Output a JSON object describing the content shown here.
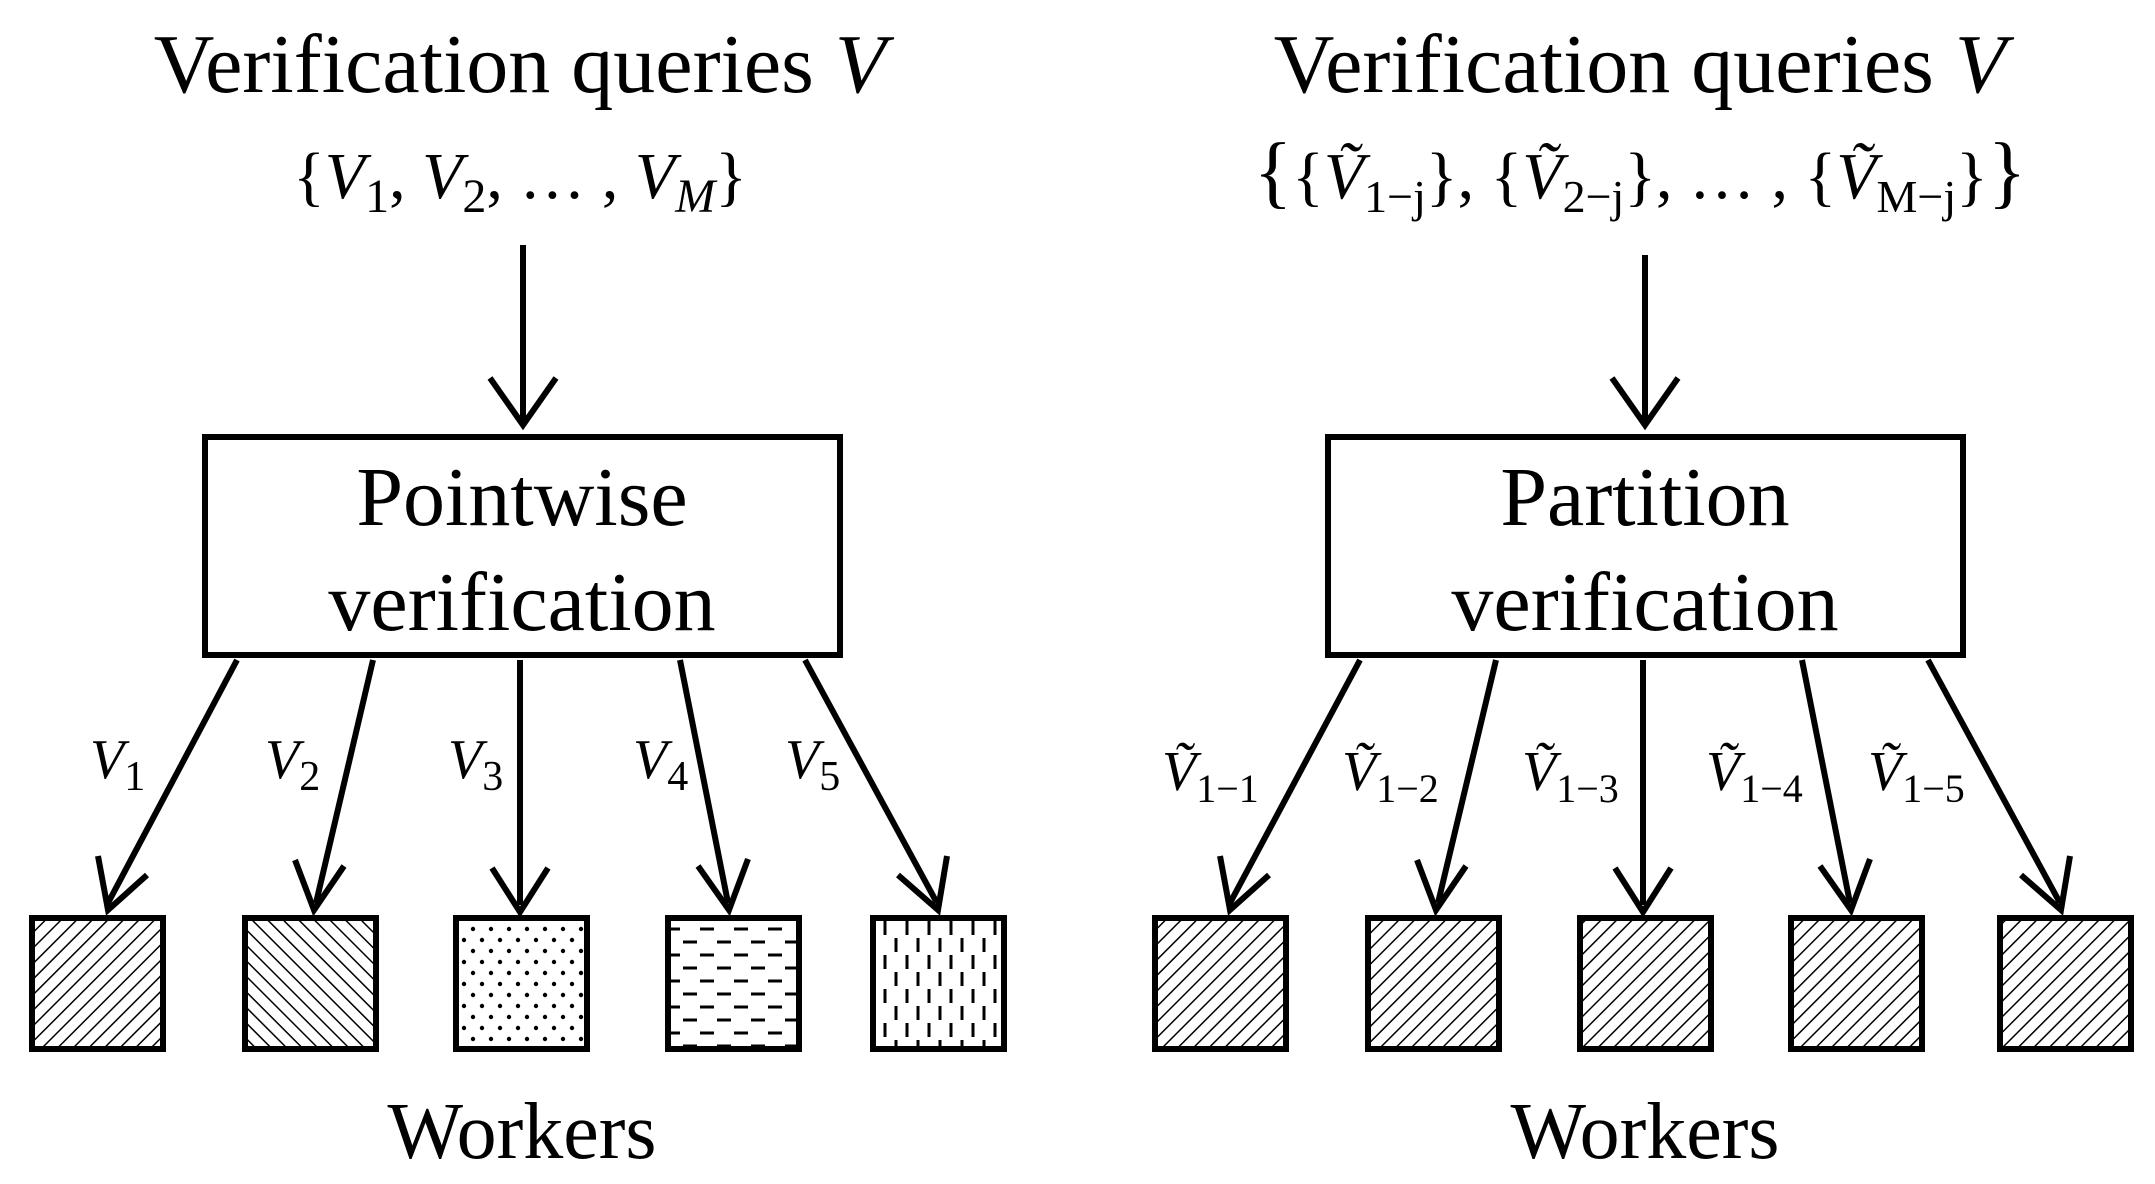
{
  "left": {
    "title_text": "Verification queries ",
    "title_var": "V",
    "set_parts": [
      {
        "v": "V",
        "sub": "1"
      },
      {
        "v": "V",
        "sub": "2"
      },
      {
        "v": "V",
        "sub": "M"
      }
    ],
    "set_ellipsis": "…",
    "box_lines": [
      "Pointwise",
      "verification"
    ],
    "edge_labels": [
      {
        "v": "V",
        "sub": "1"
      },
      {
        "v": "V",
        "sub": "2"
      },
      {
        "v": "V",
        "sub": "3"
      },
      {
        "v": "V",
        "sub": "4"
      },
      {
        "v": "V",
        "sub": "5"
      }
    ],
    "worker_patterns": [
      "diag-fwd",
      "diag-back",
      "dots",
      "dashes",
      "vdashes"
    ],
    "workers_label": "Workers"
  },
  "right": {
    "title_text": "Verification queries ",
    "title_var": "V",
    "set_parts": [
      {
        "v": "Ṽ",
        "sub": "1−j"
      },
      {
        "v": "Ṽ",
        "sub": "2−j"
      },
      {
        "v": "Ṽ",
        "sub": "M−j"
      }
    ],
    "set_ellipsis": "…",
    "box_lines": [
      "Partition",
      "verification"
    ],
    "edge_labels": [
      {
        "v": "Ṽ",
        "sub": "1−1"
      },
      {
        "v": "Ṽ",
        "sub": "1−2"
      },
      {
        "v": "Ṽ",
        "sub": "1−3"
      },
      {
        "v": "Ṽ",
        "sub": "1−4"
      },
      {
        "v": "Ṽ",
        "sub": "1−5"
      }
    ],
    "worker_patterns": [
      "diag-fwd",
      "diag-fwd",
      "diag-fwd",
      "diag-fwd",
      "diag-fwd"
    ],
    "workers_label": "Workers"
  }
}
